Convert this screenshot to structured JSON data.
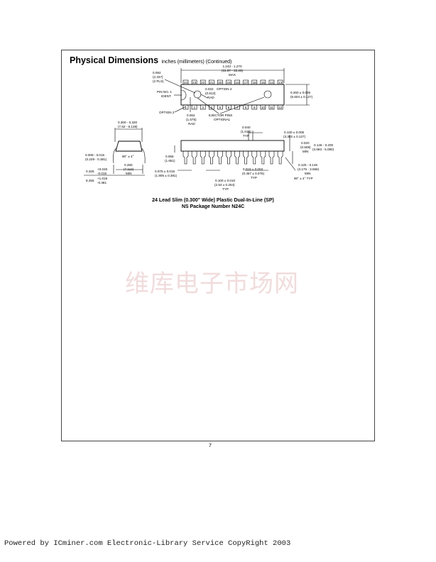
{
  "heading": {
    "title": "Physical Dimensions",
    "subtitle": "inches (millimeters) (Continued)"
  },
  "top_view": {
    "length": "1.243 - 1.270",
    "length_mm": "(31.57 - 32.26)",
    "length_note": "MAX",
    "width": "0.260 ± 0.005",
    "width_mm": "(6.604 ± 0.127)",
    "notch": "0.092",
    "notch_mm": "(2.337)",
    "notch_note": "(2 PLS)",
    "pin1_a": "PIN NO. 1",
    "pin1_b": "IDENT",
    "opt2_hole": "0.032",
    "opt2_hole_mm": "(0.813)",
    "opt2_hole_rad": "RAD",
    "opt2_hole_label": "OPTION 2",
    "option2": "OPTION 2",
    "rad": "0.062",
    "rad_mm": "(1.575)",
    "rad_note": "RAD",
    "ejector_a": "EJECTOR PINS",
    "ejector_b": "OPTIONAL",
    "top_pins": [
      "24",
      "23",
      "22",
      "21",
      "20",
      "19",
      "18",
      "17",
      "16",
      "15",
      "14",
      "13"
    ],
    "bottom_pins": [
      "1",
      "2",
      "3",
      "4",
      "5",
      "6",
      "7",
      "8",
      "9",
      "10",
      "11",
      "12"
    ]
  },
  "end_view": {
    "width": "0.300 - 0.320",
    "width_mm": "(7.62 - 8.128)",
    "lead_thk": "0.009 - 0.015",
    "lead_thk_mm": "(0.229 - 0.381)",
    "angle": "90° ± 4°",
    "min_w": "0.280",
    "min_w_mm": "(7.112)",
    "min_w_note": "MIN",
    "span": "0.325",
    "span_tol_p": "+0.040",
    "span_tol_m": "-0.015",
    "span_mm": "8.255",
    "span_mm_tol_p": "+1.016",
    "span_mm_tol_m": "-0.381"
  },
  "side_view": {
    "shoulder": "0.040",
    "shoulder_mm": "(1.016)",
    "shoulder_note": "TYP",
    "height": "0.130 ± 0.005",
    "height_mm": "(3.302 ± 0.127)",
    "seat": "0.020",
    "seat_mm": "(0.508)",
    "seat_note": "MIN",
    "lead_len": "0.145 - 0.200",
    "lead_len_mm": "(3.683 - 5.080)",
    "shoulder_w": "0.065",
    "shoulder_w_mm": "(1.651)",
    "end_lead": "0.075 ± 0.015",
    "end_lead_mm": "(1.905 ± 0.381)",
    "lead_w": "0.018 ± 0.003",
    "lead_w_mm": "(0.457 ± 0.076)",
    "lead_w_note": "TYP",
    "pitch": "0.100 ± 0.010",
    "pitch_mm": "(2.54 ± 0.254)",
    "pitch_note": "TYP",
    "tip": "0.125 - 0.145",
    "tip_mm": "(3.175 - 3.556)",
    "tip_note": "MIN",
    "tip_angle": "90° ± 4° TYP"
  },
  "caption": {
    "line1": "24 Lead Slim (0.300\" Wide) Plastic Dual-In-Line (SP)",
    "line2": "NS Package Number N24C"
  },
  "page_number": "7",
  "watermark": "维库电子市场网",
  "footer": "Powered by ICminer.com Electronic-Library Service CopyRight 2003"
}
